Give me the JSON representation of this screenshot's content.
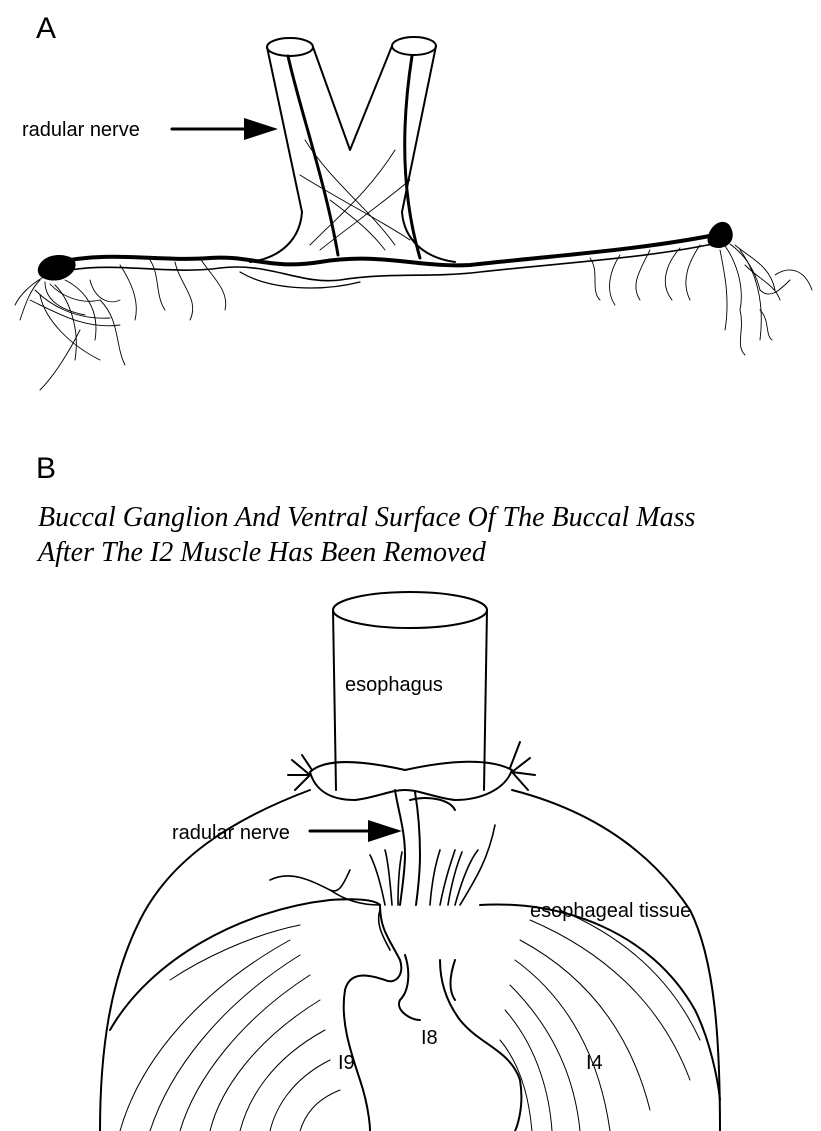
{
  "panel_a": {
    "letter": "A",
    "radular_nerve_label": "radular nerve"
  },
  "panel_b": {
    "letter": "B",
    "title_line1": "Buccal Ganglion And Ventral Surface Of The Buccal Mass",
    "title_line2": "After The I2 Muscle Has Been Removed",
    "esophagus_label": "esophagus",
    "radular_nerve_label": "radular nerve",
    "esophageal_tissue_label": "esophageal tissue",
    "i8_label": "I8",
    "i9_label": "I9",
    "i4_label": "I4"
  },
  "colors": {
    "ink": "#000000",
    "background": "#ffffff"
  }
}
